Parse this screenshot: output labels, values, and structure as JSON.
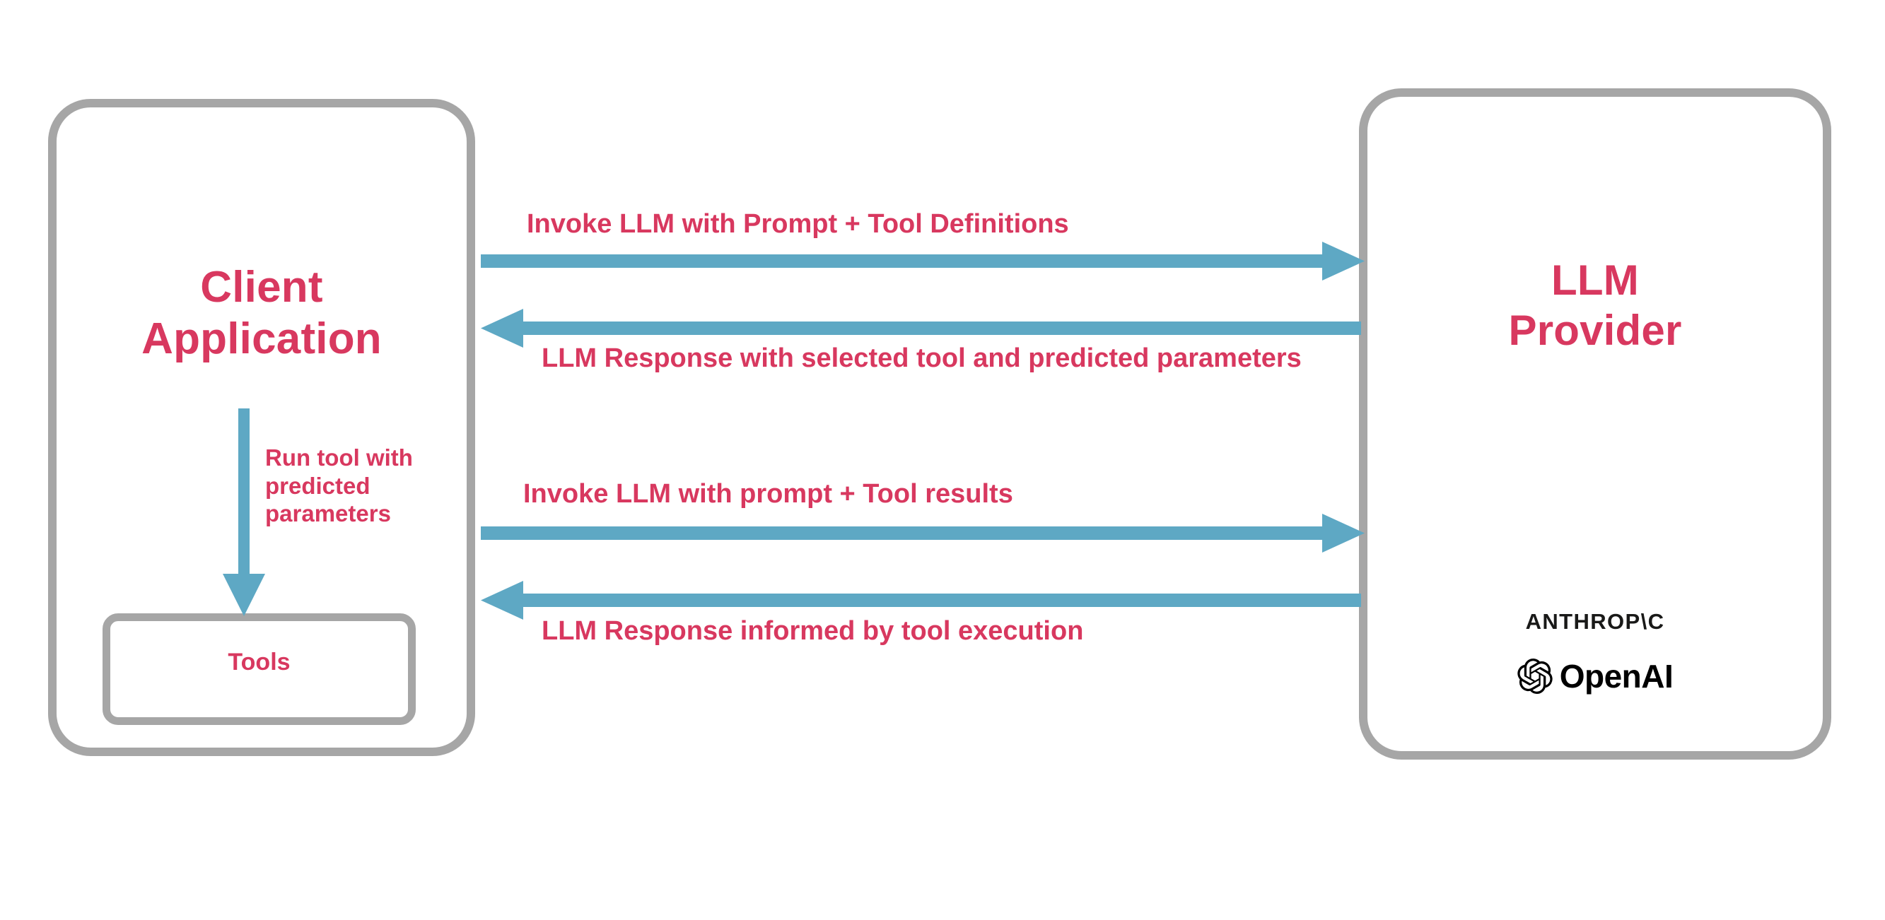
{
  "diagram": {
    "title_implicit": "LLM tool-calling flow between a client application and an LLM provider",
    "colors": {
      "accent_text": "#d8385f",
      "arrow": "#5ea8c4",
      "box_border": "#a6a6a6",
      "background": "#ffffff",
      "logo_text": "#191918"
    }
  },
  "nodes": {
    "client": {
      "title": "Client\nApplication",
      "inner": {
        "tools": {
          "label": "Tools"
        }
      }
    },
    "provider": {
      "title": "LLM\nProvider",
      "vendors": [
        {
          "name": "anthropic-wordmark",
          "label": "ANTHROP\\C"
        },
        {
          "name": "openai-wordmark",
          "label": "OpenAI"
        }
      ]
    }
  },
  "flows": [
    {
      "id": "invoke-with-tool-definitions",
      "label": "Invoke LLM with Prompt + Tool Definitions",
      "direction": "client-to-provider"
    },
    {
      "id": "llm-response-with-tool",
      "label": "LLM Response with selected tool and predicted parameters",
      "direction": "provider-to-client"
    },
    {
      "id": "invoke-with-tool-results",
      "label": "Invoke LLM with prompt + Tool results",
      "direction": "client-to-provider"
    },
    {
      "id": "llm-response-informed",
      "label": "LLM Response informed by tool execution",
      "direction": "provider-to-client"
    },
    {
      "id": "run-tool",
      "label": "Run tool with\npredicted\nparameters",
      "direction": "client-to-tools"
    }
  ]
}
